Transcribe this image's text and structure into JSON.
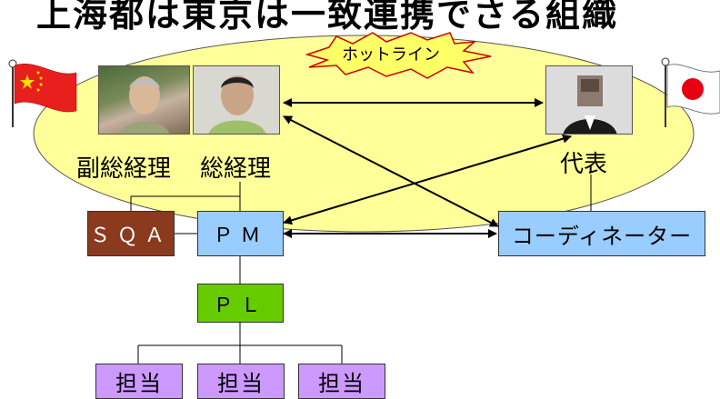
{
  "title": "上海都は東京は一致連携でさる組織",
  "hotline_label": "ホットライン",
  "people": {
    "vice_gm": "副総経理",
    "gm": "総経理",
    "rep": "代表"
  },
  "boxes": {
    "sqa": "ＳＱＡ",
    "pm": "ＰＭ",
    "coordinator": "コーディネーター",
    "pl": "ＰＬ",
    "staff": [
      "担当",
      "担当",
      "担当"
    ]
  },
  "colors": {
    "ellipse": "#ffff99",
    "burst": "#ffff66",
    "sqa": "#8b3a1e",
    "blue_box": "#99ccff",
    "pl": "#66cc00",
    "staff": "#cc99ff"
  },
  "icons": [
    "china-flag-icon",
    "japan-flag-icon"
  ]
}
